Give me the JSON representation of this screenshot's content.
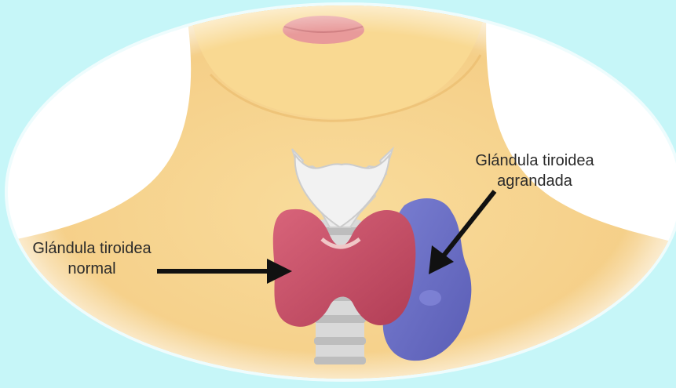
{
  "labels": {
    "enlarged": {
      "line1": "Glándula tiroidea",
      "line2": "agrandada"
    },
    "normal": {
      "line1": "Glándula tiroidea",
      "line2": "normal"
    }
  },
  "colors": {
    "background": "#c6f6f8",
    "skin": "#f7d58e",
    "lips": "#e89a9a",
    "cartilage": "#ececec",
    "trachea_rings": "#c9c9c9",
    "normal_thyroid": "#c94a62",
    "enlarged_thyroid": "#6b6fc4",
    "arrow": "#111111"
  }
}
